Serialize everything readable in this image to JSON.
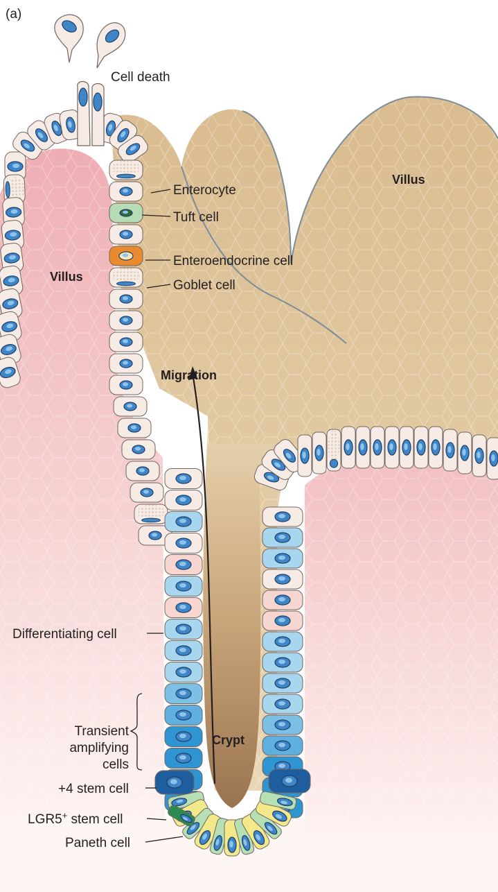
{
  "figure": {
    "panel_label": "(a)"
  },
  "labels": {
    "cell_death": "Cell death",
    "villus_left": "Villus",
    "villus_right": "Villus",
    "enterocyte": "Enterocyte",
    "tuft_cell": "Tuft cell",
    "enteroendocrine_cell": "Enteroendocrine cell",
    "goblet_cell": "Goblet cell",
    "migration": "Migration",
    "differentiating_cell": "Differentiating cell",
    "transient_amplifying_line1": "Transient",
    "transient_amplifying_line2": "amplifying",
    "transient_amplifying_line3": "cells",
    "crypt": "Crypt",
    "plus4_stem_cell": "+4 stem cell",
    "lgr5_stem_cell_prefix": "LGR5",
    "lgr5_stem_cell_sup": "+",
    "lgr5_stem_cell_suffix": " stem cell",
    "paneth_cell": "Paneth cell"
  },
  "colors": {
    "villus_back": "#dbbf93",
    "villus_pink": "#f3c4c7",
    "epithelium": "#f7ebe5",
    "nucleus_blue": "#3f86c8",
    "transient_blue": "#2f95d2",
    "stem_dark_blue": "#1f5e9e",
    "paneth_yellow": "#f3e98a",
    "lgr5_green": "#2e8a52",
    "tuft_green": "#b6dcb5",
    "enteroendocrine_orange": "#e98a2e",
    "crypt_lumen": "#a57f58"
  }
}
